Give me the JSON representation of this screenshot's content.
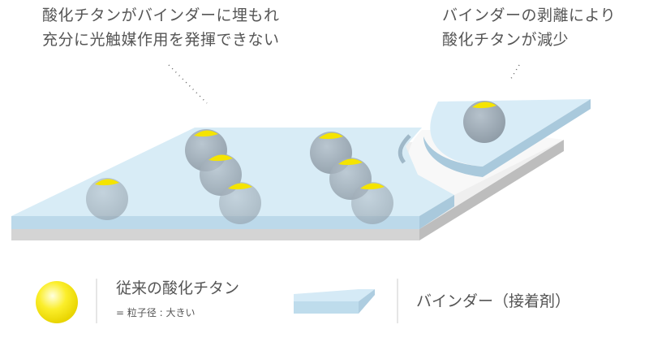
{
  "captions": {
    "left_line1": "酸化チタンがバインダーに埋もれ",
    "left_line2": "充分に光触媒作用を発揮できない",
    "right_line1": "バインダーの剥離により",
    "right_line2": "酸化チタンが減少"
  },
  "legend": {
    "titanium_label": "従来の酸化チタン",
    "titanium_sub": "= 粒子径 : 大きい",
    "binder_label": "バインダー（接着剤）"
  },
  "colors": {
    "binder": "#cfe6f3",
    "particle": "#f5e400",
    "base": "#d9d9d9"
  }
}
